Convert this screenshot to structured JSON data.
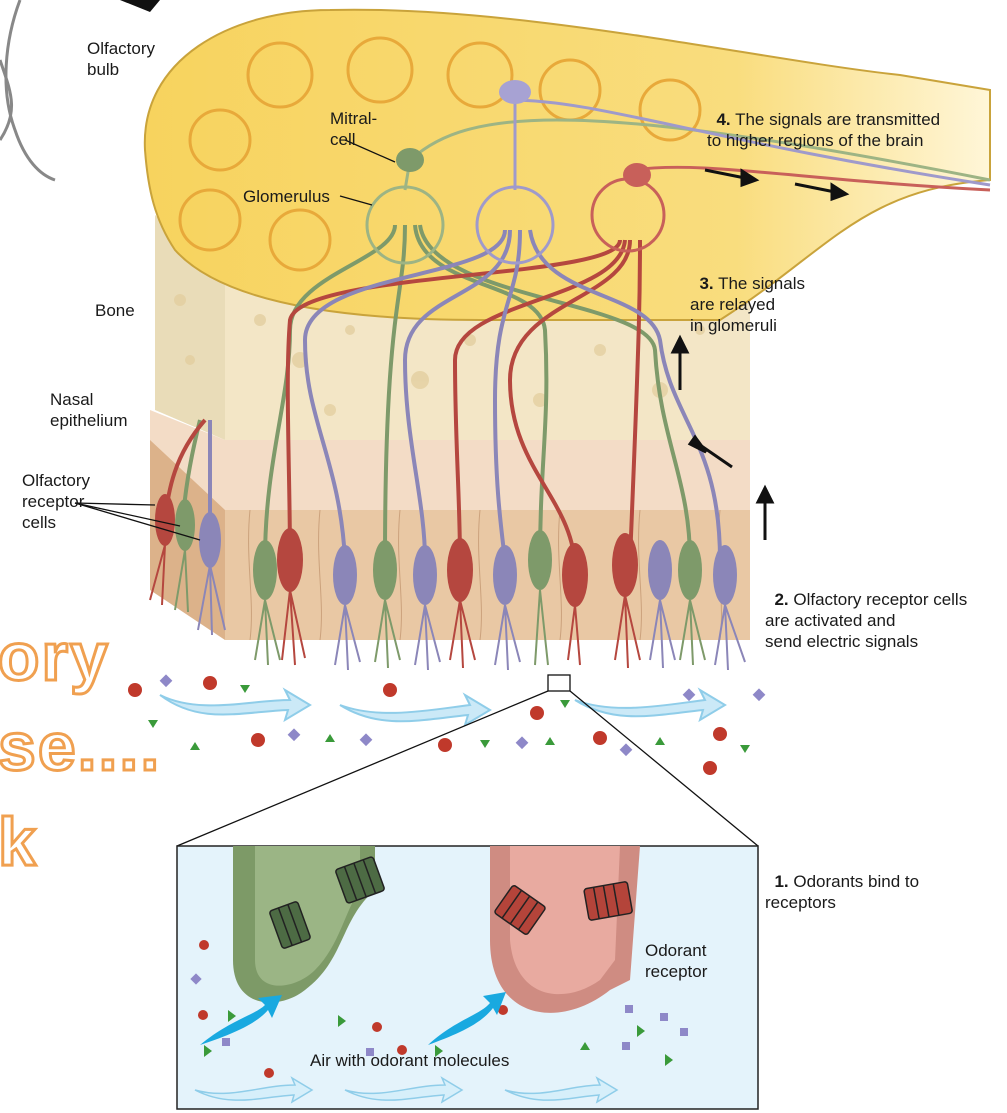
{
  "labels": {
    "olfactory_bulb": "Olfactory\nbulb",
    "mitral_cell": "Mitral-\ncell",
    "glomerulus": "Glomerulus",
    "bone": "Bone",
    "nasal_epithelium": "Nasal\nepithelium",
    "olfactory_receptor_cells": "Olfactory\nreceptor\ncells",
    "odorant_receptor": "Odorant\nreceptor",
    "air_with_odorant": "Air with odorant molecules"
  },
  "steps": [
    {
      "number": "1.",
      "text": "Odorants bind to\nreceptors"
    },
    {
      "number": "2.",
      "text": "Olfactory receptor cells\nare activated and\nsend electric signals"
    },
    {
      "number": "3.",
      "text": "The signals\nare relayed\nin glomeruli"
    },
    {
      "number": "4.",
      "text": "The signals are transmitted\nto higher regions of the brain"
    }
  ],
  "background_text": [
    "ory",
    "se....",
    "k"
  ],
  "colors": {
    "bulb": "#f9d96f",
    "bone": "#f3e6c6",
    "epithelium": "#e9c8a4",
    "neuron_green": "#7e9a6a",
    "neuron_red": "#b5473f",
    "neuron_purple": "#8b86b8",
    "air_arrow": "#a9dcf2",
    "inset_bg": "#e4f3fb"
  }
}
